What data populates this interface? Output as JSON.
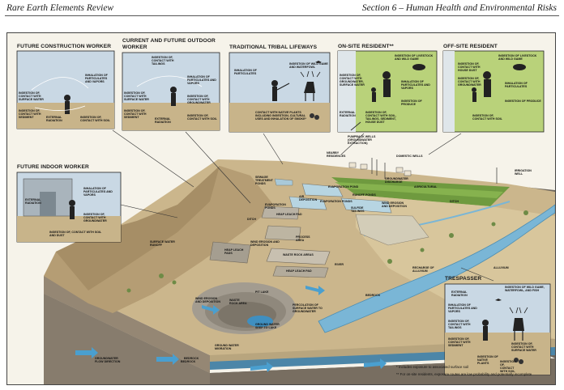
{
  "header": {
    "left": "Rare Earth Elements Review",
    "right": "Section 6 – Human Health and Environmental Risks"
  },
  "panels": {
    "construction": {
      "title": "FUTURE CONSTRUCTION WORKER",
      "labels": [
        "INHALATION OF PARTICULATES AND VAPORS",
        "INGESTION OF, CONTACT WITH SURFACE WATER",
        "INGESTION OF, CONTACT WITH SEDIMENT",
        "EXTERNAL RADIATION",
        "INGESTION OF, CONTACT WITH SOIL"
      ]
    },
    "outdoor": {
      "title": "CURRENT AND FUTURE OUTDOOR WORKER",
      "labels": [
        "INGESTION OF, CONTACT WITH TAILINGS",
        "INHALATION OF PARTICULATES AND VAPORS",
        "INGESTION OF, CONTACT WITH SURFACE WATER",
        "INGESTION OF, CONTACT WITH GROUNDWATER",
        "INGESTION OF, CONTACT WITH SEDIMENT",
        "EXTERNAL RADIATION",
        "INGESTION OF, CONTACT WITH SOIL"
      ]
    },
    "tribal": {
      "title": "TRADITIONAL TRIBAL LIFEWAYS",
      "labels": [
        "INHALATION OF PARTICULATES",
        "INGESTION OF WILD GAME AND WATERFOWL",
        "CONTACT WITH NATIVE PLANTS INCLUDING INGESTION, CULTURAL USES AND INHALATION OF SMOKE*"
      ]
    },
    "onsite": {
      "title": "ON-SITE RESIDENT**",
      "labels": [
        "INGESTION OF LIVESTOCK AND WILD GAME",
        "INGESTION OF, CONTACT WITH GROUNDWATER, SURFACE WATER",
        "INHALATION OF PARTICULATES AND VAPORS",
        "INGESTION OF PRODUCE",
        "EXTERNAL RADIATION",
        "INGESTION OF, CONTACT WITH SOIL, TAILINGS, SEDIMENT, HOUSE DUST"
      ]
    },
    "offsite": {
      "title": "OFF-SITE RESIDENT",
      "labels": [
        "INGESTION OF LIVESTOCK AND WILD GAME",
        "INGESTION OF, CONTACT WITH HOUSE DUST",
        "INGESTION OF, CONTACT WITH GROUNDWATER",
        "INHALATION OF PARTICULATES",
        "INGESTION OF PRODUCE",
        "INGESTION OF, CONTACT WITH SOIL"
      ]
    },
    "indoor": {
      "title": "FUTURE INDOOR WORKER",
      "labels": [
        "EXTERNAL RADIATION",
        "INHALATION OF PARTICULATES AND VAPORS",
        "INGESTION OF, CONTACT WITH GROUNDWATER",
        "INGESTION OF, CONTACT WITH SOIL AND DUST"
      ]
    },
    "trespasser": {
      "title": "TRESPASSER",
      "labels": [
        "EXTERNAL RADIATION",
        "INGESTION OF WILD GAME, WATERFOWL, AND FISH",
        "INHALATION OF PARTICULATES AND VAPORS",
        "INGESTION OF, CONTACT WITH TAILINGS",
        "INGESTION OF, CONTACT WITH SURFACE WATER",
        "INGESTION OF, CONTACT WITH SEDIMENT",
        "INGESTION OF NATIVE PLANTS",
        "INGESTION OF, CONTACT WITH SOIL"
      ]
    }
  },
  "site_labels": {
    "pumpback_wells": "PUMPBACK WELLS (GROUNDWATER EXTRACTION)",
    "nearby_residences": "NEARBY RESIDENCES",
    "domestic_wells": "DOMESTIC WELLS",
    "sewage_ponds": "SEWAGE TREATMENT PONDS",
    "groundwater_discharge": "GROUNDWATER DISCHARGE",
    "agricultural": "AGRICULTURAL",
    "irrigation_well": "IRRIGATION WELL",
    "air_deposition_1": "AIR DEPOSITION",
    "heap_leach_pad_1": "HEAP LEACH PAD",
    "evaporation_ponds_1": "EVAPORATION PONDS",
    "evaporation_pond": "EVAPORATION POND",
    "evaporation_ponds_2": "EVAPORATION PONDS",
    "runoff_ponds": "RUNOFF PONDS",
    "sulfide_tailings": "SULFIDE TAILINGS",
    "wind_erosion_deposition_1": "WIND EROSION AND DEPOSITION",
    "ditch": "DITCH",
    "crop_ditch": "DITCH",
    "process_area": "PROCESS AREA",
    "heap_leach_pads": "HEAP LEACH PADS",
    "wind_erosion_deposition_2": "WIND EROSION AND DEPOSITION",
    "surface_water_runoff": "SURFACE WATER RUNOFF",
    "waste_rock_areas": "WASTE ROCK AREAS",
    "heap_leach_pad_2": "HEAP LEACH PAD",
    "river": "RIVER",
    "alluvium": "ALLUVIUM",
    "recharge_alluvium": "RECHARGE OF ALLUVIUM",
    "wind_erosion_deposition_3": "WIND EROSION AND DEPOSITION",
    "waste_rock_area": "WASTE ROCK AREA",
    "pit_lake": "PIT LAKE",
    "percolation": "PERCOLATION OF SURFACE WATER TO GROUNDWATER",
    "groundwater_seep": "GROUND WATER SEEP TO LAKE",
    "groundwater_migration": "GROUND WATER MIGRATION",
    "bedrock_1": "BEDROCK",
    "bedrock_2": "BEDROCK",
    "groundwater_flow": "GROUNDWATER FLOW DIRECTION",
    "bedrock_3": "BEDROCK"
  },
  "notes": {
    "note1": "* Includes exposure to associated surface soil",
    "note2": "** For on-site residents, exposure routes are low probability and potentially incomplete"
  },
  "colors": {
    "sky_panel": "#c9d8e4",
    "ground": "#c8b48a",
    "green_panel": "#b9d27a",
    "water": "#7ab6d6",
    "rock": "#9c8f7e",
    "grass": "#5f8a3a"
  }
}
